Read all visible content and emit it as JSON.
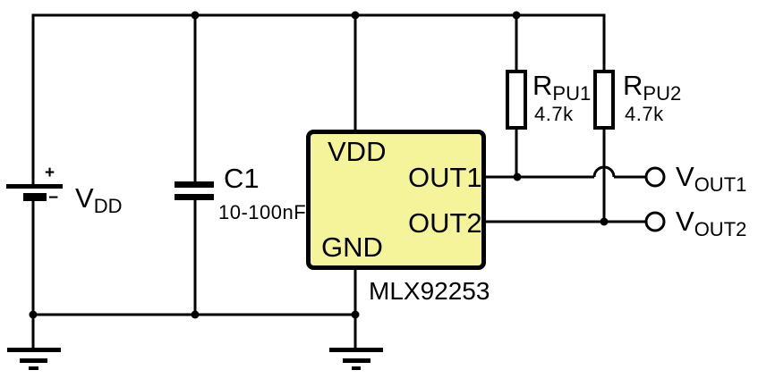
{
  "colors": {
    "wire": "#000000",
    "text": "#000000",
    "ic_fill": "#F6F49B",
    "component_fill": "#FFFFFF",
    "background": "#FFFFFF"
  },
  "power_supply": {
    "plus_sign": "+",
    "minus_sign": "−",
    "label": "V",
    "label_sub": "DD"
  },
  "capacitor": {
    "designator": "C1",
    "value": "10-100nF"
  },
  "ic": {
    "part_number": "MLX92253",
    "pins": {
      "vdd": "VDD",
      "gnd": "GND",
      "out1": "OUT1",
      "out2": "OUT2"
    }
  },
  "resistors": {
    "rpu1": {
      "designator": "R",
      "designator_sub": "PU1",
      "value": "4.7k"
    },
    "rpu2": {
      "designator": "R",
      "designator_sub": "PU2",
      "value": "4.7k"
    }
  },
  "outputs": {
    "vout1": {
      "label": "V",
      "label_sub": "OUT1"
    },
    "vout2": {
      "label": "V",
      "label_sub": "OUT2"
    }
  }
}
